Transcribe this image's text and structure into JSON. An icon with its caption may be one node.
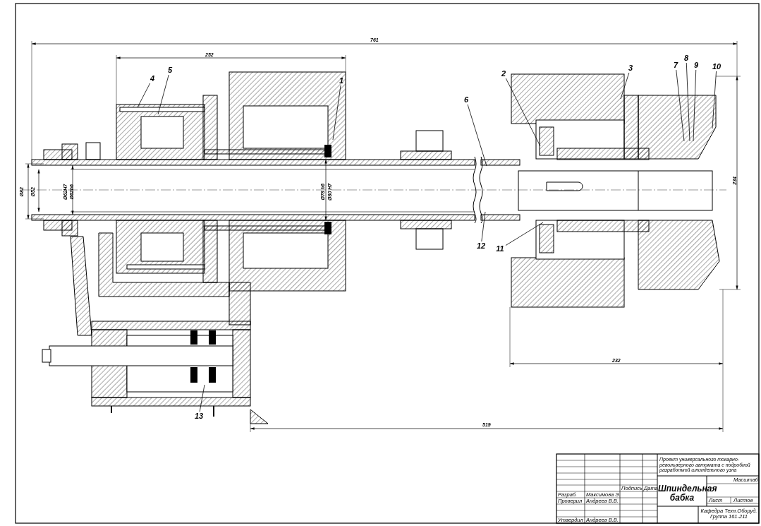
{
  "diagram": {
    "nodes": [
      {
        "text": [
          "4"
        ]
      },
      {
        "text": [
          "5"
        ]
      },
      {
        "text": [
          "1"
        ]
      },
      {
        "text": [
          "6"
        ]
      },
      {
        "text": [
          "2"
        ]
      },
      {
        "text": [
          "3"
        ]
      },
      {
        "text": [
          "7"
        ]
      },
      {
        "text": [
          "8"
        ]
      },
      {
        "text": [
          "9"
        ]
      },
      {
        "text": [
          "10"
        ]
      },
      {
        "text": [
          "12"
        ]
      },
      {
        "text": [
          "11"
        ]
      },
      {
        "text": [
          "13"
        ]
      }
    ],
    "edges": [
      {
        "from": 0,
        "to": null,
        "arrow": "none"
      },
      {
        "from": 1,
        "to": null,
        "arrow": "none"
      },
      {
        "from": 2,
        "to": null,
        "arrow": "none"
      },
      {
        "from": 3,
        "to": null,
        "arrow": "none"
      },
      {
        "from": 4,
        "to": null,
        "arrow": "none"
      },
      {
        "from": 5,
        "to": null,
        "arrow": "none"
      },
      {
        "from": 6,
        "to": null,
        "arrow": "none"
      },
      {
        "from": 7,
        "to": null,
        "arrow": "none"
      },
      {
        "from": 8,
        "to": null,
        "arrow": "none"
      },
      {
        "from": 9,
        "to": null,
        "arrow": "none"
      },
      {
        "from": 10,
        "to": null,
        "arrow": "none"
      },
      {
        "from": 11,
        "to": null,
        "arrow": "none"
      },
      {
        "from": 12,
        "to": null,
        "arrow": "none"
      }
    ],
    "labels": [
      "761",
      "252",
      "Ø82",
      "Ø52",
      "Ø62H7",
      "Ø62h6",
      "Ø78 h6",
      "Ø80 H7",
      "234",
      "232",
      "519",
      "Проект универсального токарно-револьверного автомата с подробной разработкой шпиндельного узла",
      "Масштаб",
      "Подпись",
      "Дата",
      "Шпиндельная бабка",
      "Разраб.",
      "Максимова Э.",
      "Проверил",
      "Андреев В.В.",
      "Лист",
      "Листов",
      "Кафедра Техн.Оборуд. Группа 161-211",
      "Утвердил",
      "Андреев В.В."
    ]
  }
}
